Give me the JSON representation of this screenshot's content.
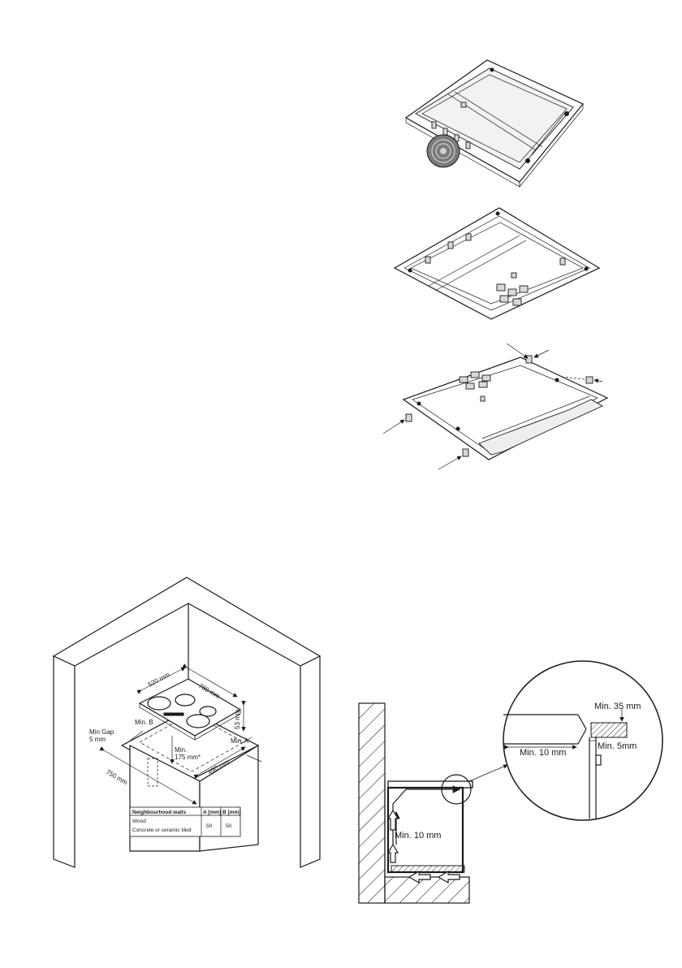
{
  "install_diagram": {
    "dim_depth": "520 mm",
    "dim_width": "780 mm",
    "dim_height": "53 mm",
    "min_b": "Min. B",
    "min_a": "Min. A",
    "min_gap": "Min Gap",
    "min_gap_value": "5 mm",
    "min_drop": "Min.",
    "min_drop_value": "175 mm*",
    "cutout_depth": "490 mm",
    "cutout_width": "750 mm",
    "table": {
      "headers": [
        "Neighbourhood walls",
        "A [mm]",
        "B [mm]"
      ],
      "rows": [
        [
          "Wood",
          "50",
          "50"
        ],
        [
          "Concrete or ceramic tiled",
          "",
          ""
        ]
      ]
    }
  },
  "ventilation_diagram": {
    "min_top": "Min. 35 mm",
    "min_side": "Min. 5mm",
    "min_front": "Min. 10 mm",
    "min_back": "Min. 10 mm"
  }
}
